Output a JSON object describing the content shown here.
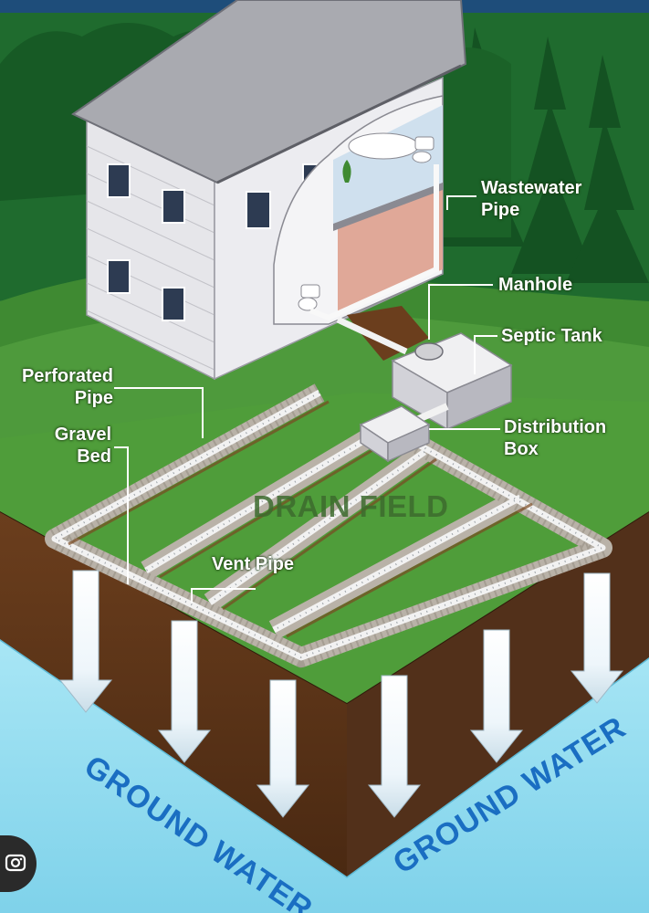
{
  "diagram": {
    "labels": {
      "wastewater_pipe": [
        "Wastewater",
        "Pipe"
      ],
      "manhole": "Manhole",
      "septic_tank": "Septic Tank",
      "distribution_box": [
        "Distribution",
        "Box"
      ],
      "perforated_pipe": [
        "Perforated",
        "Pipe"
      ],
      "gravel_bed": [
        "Gravel",
        "Bed"
      ],
      "vent_pipe": "Vent Pipe",
      "drain_field": "DRAIN FIELD",
      "ground_water_left": "GROUND WATER",
      "ground_water_right": "GROUND WATER"
    }
  },
  "colors": {
    "sky": "#1e4d7a",
    "forest": "#1f6b2e",
    "lawn": "#4e9a3c",
    "soil": "#5a3418",
    "gravel": "#b9b2a8",
    "pipe": "#f2f2f2",
    "ground_water": "#8fdcef",
    "ground_water_text": "#1a6ec2",
    "house_siding": "#e6e6ea",
    "roof": "#a9aab0"
  },
  "icons": [
    "lens-icon",
    "downward-flow-arrow"
  ]
}
